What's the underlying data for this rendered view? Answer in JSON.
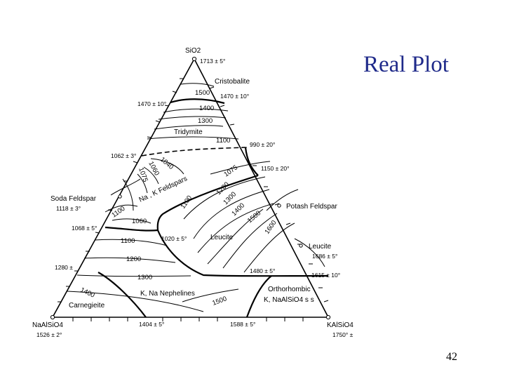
{
  "slide": {
    "title": "Real Plot",
    "page_number": "42"
  },
  "diagram": {
    "vertices": {
      "top": {
        "name": "SiO2",
        "temp": "1713 ± 5°"
      },
      "left": {
        "name": "NaAlSiO4",
        "temp": "1526 ± 2°"
      },
      "right": {
        "name": "KAlSiO4",
        "temp": "1750° ±"
      }
    },
    "fields": {
      "cristobalite": "Cristobalite",
      "tridymite": "Tridymite",
      "feldspars": "Na , K Feldspars",
      "soda_feldspar": "Soda Feldspar",
      "soda_feldspar_temp": "1118 ± 3°",
      "potash_feldspar": "Potash Feldspar",
      "leucite_field": "Leucite",
      "leucite_side": "Leucite",
      "leucite_side_temp": "1686 ± 5°",
      "nephelines": "K, Na Nephelines",
      "carnegieite": "Carnegieite",
      "orthorhombic_1": "Orthorhombic",
      "orthorhombic_2": "K, NaAlSiO4 s s"
    },
    "temperatures": {
      "t1470_right": "1470 ± 10°",
      "t1470_left": "1470 ± 10°",
      "t990": "990 ± 20°",
      "t1062": "1062 ± 3°",
      "t1150": "1150 ± 20°",
      "t1068": "1068 ± 5°",
      "t1020": "1020 ± 5°",
      "t1280": "1280 ±",
      "t1480": "1480 ± 5°",
      "t1615": "1615 ± 10°",
      "t1404": "1404 ± 5°",
      "t1588": "1588 ± 5°"
    },
    "isotherms": {
      "i1500_top": "1500",
      "i1400_top": "1400",
      "i1300_top": "1300",
      "i1100_top": "1100",
      "i1040": "1040",
      "i1060_a": "1060",
      "i1075_a": "1075",
      "i1075_b": "1075",
      "i1100_mid": "1100",
      "i1200_mid": "1200",
      "i1300_mid": "1300",
      "i1400_mid": "1400",
      "i1500_mid": "1500",
      "i1600": "1600",
      "i1100_left": "1100",
      "i1060_b": "1060",
      "i1100_low": "1100",
      "i1200_low": "1200",
      "i1300_low": "1300",
      "i1400_low": "1400",
      "i1500_low": "1500"
    }
  }
}
